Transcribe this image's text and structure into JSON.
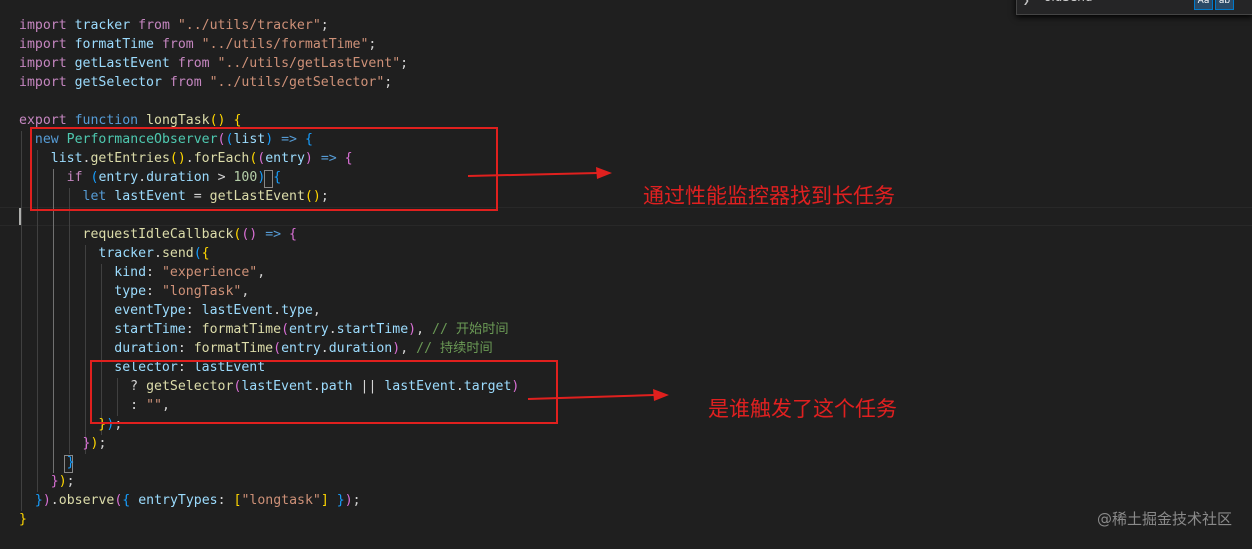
{
  "find_widget": {
    "query": "oldSend",
    "match_case_label": "Aa",
    "whole_word_label": "ab"
  },
  "code": {
    "l1": {
      "import": "import",
      "name": "tracker",
      "from": "from",
      "path": "\"../utils/tracker\""
    },
    "l2": {
      "import": "import",
      "name": "formatTime",
      "from": "from",
      "path": "\"../utils/formatTime\""
    },
    "l3": {
      "import": "import",
      "name": "getLastEvent",
      "from": "from",
      "path": "\"../utils/getLastEvent\""
    },
    "l4": {
      "import": "import",
      "name": "getSelector",
      "from": "from",
      "path": "\"../utils/getSelector\""
    },
    "l6": {
      "export": "export",
      "function": "function",
      "name": "longTask"
    },
    "l7": {
      "new": "new",
      "cls": "PerformanceObserver",
      "param": "list"
    },
    "l8": {
      "obj": "list",
      "method1": "getEntries",
      "method2": "forEach",
      "param": "entry"
    },
    "l9": {
      "if": "if",
      "obj": "entry",
      "prop": "duration",
      "num": "100"
    },
    "l10": {
      "let": "let",
      "var": "lastEvent",
      "fn": "getLastEvent"
    },
    "l12": {
      "fn": "requestIdleCallback"
    },
    "l13": {
      "obj": "tracker",
      "method": "send"
    },
    "l14": {
      "key": "kind",
      "value": "\"experience\""
    },
    "l15": {
      "key": "type",
      "value": "\"longTask\""
    },
    "l16": {
      "key": "eventType",
      "obj": "lastEvent",
      "prop": "type"
    },
    "l17": {
      "key": "startTime",
      "fn": "formatTime",
      "obj": "entry",
      "prop": "startTime",
      "comment": "// 开始时间"
    },
    "l18": {
      "key": "duration",
      "fn": "formatTime",
      "obj": "entry",
      "prop": "duration",
      "comment": "// 持续时间"
    },
    "l19": {
      "key": "selector",
      "obj": "lastEvent"
    },
    "l20": {
      "fn": "getSelector",
      "obj1": "lastEvent",
      "prop1": "path",
      "obj2": "lastEvent",
      "prop2": "target"
    },
    "l21": {
      "value": "\"\""
    },
    "l27": {
      "method": "observe",
      "key": "entryTypes",
      "value": "\"longtask\""
    }
  },
  "annotations": {
    "first": "通过性能监控器找到长任务",
    "second": "是谁触发了这个任务"
  },
  "watermark": "@稀土掘金技术社区",
  "colors": {
    "annotation_red": "#e0201e",
    "background": "#1f1f1f"
  }
}
